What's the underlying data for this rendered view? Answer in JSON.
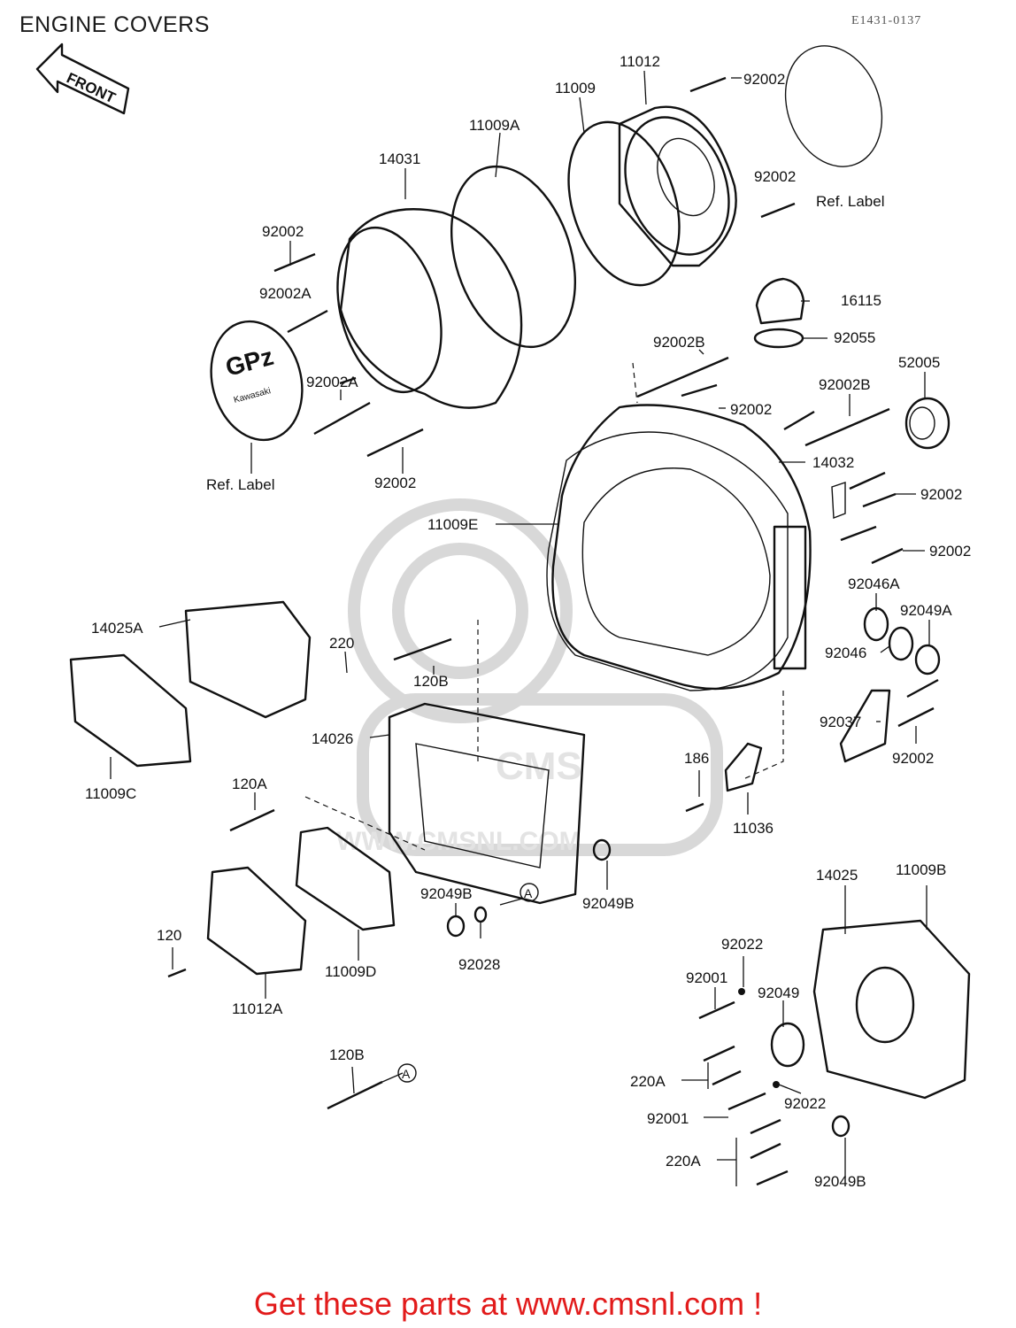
{
  "header": {
    "title": "ENGINE COVERS",
    "drawing_code": "E1431-0137"
  },
  "arrow_label": "FRONT",
  "badge_text": "GPz",
  "badge_brand": "Kawasaki",
  "watermark": {
    "logo_text": "CMS",
    "url_text": "WWW.CMSNL.COM"
  },
  "labels": {
    "l11012": "11012",
    "l11009": "11009",
    "l92002_top": "92002",
    "l11009A": "11009A",
    "l14031": "14031",
    "l92002_r2": "92002",
    "ref_label_right": "Ref. Label",
    "l92002_left": "92002",
    "l92002A_1": "92002A",
    "l16115": "16115",
    "l92055": "92055",
    "l92002B_1": "92002B",
    "l52005": "52005",
    "l92002A_2": "92002A",
    "l92002_mid": "92002",
    "l92002B_2": "92002B",
    "ref_label_left": "Ref. Label",
    "l92002_bottom_left": "92002",
    "l14032": "14032",
    "l92002_r3": "92002",
    "l11009E": "11009E",
    "l92002_r4": "92002",
    "l92046A": "92046A",
    "l92049A": "92049A",
    "l14025A": "14025A",
    "l220": "220",
    "l92046": "92046",
    "l120B_1": "120B",
    "l92037": "92037",
    "l14026": "14026",
    "l92002_r5": "92002",
    "l11009C": "11009C",
    "l186": "186",
    "l120A": "120A",
    "l11036": "11036",
    "l14025": "14025",
    "l11009B": "11009B",
    "l92049B_1": "92049B",
    "l92049B_2": "92049B",
    "l120": "120",
    "l92028": "92028",
    "l11009D": "11009D",
    "l92022_1": "92022",
    "l92001_1": "92001",
    "l92049": "92049",
    "l11012A": "11012A",
    "l120B_2": "120B",
    "l220A_1": "220A",
    "l92022_2": "92022",
    "l92001_2": "92001",
    "l220A_2": "220A",
    "l92049B_3": "92049B",
    "marker_a1": "A",
    "marker_a2": "A"
  },
  "footer": {
    "text": "Get these parts at www.cmsnl.com !"
  },
  "colors": {
    "line": "#111111",
    "footer": "#e21b1b",
    "watermark": "#d8d8d8"
  }
}
